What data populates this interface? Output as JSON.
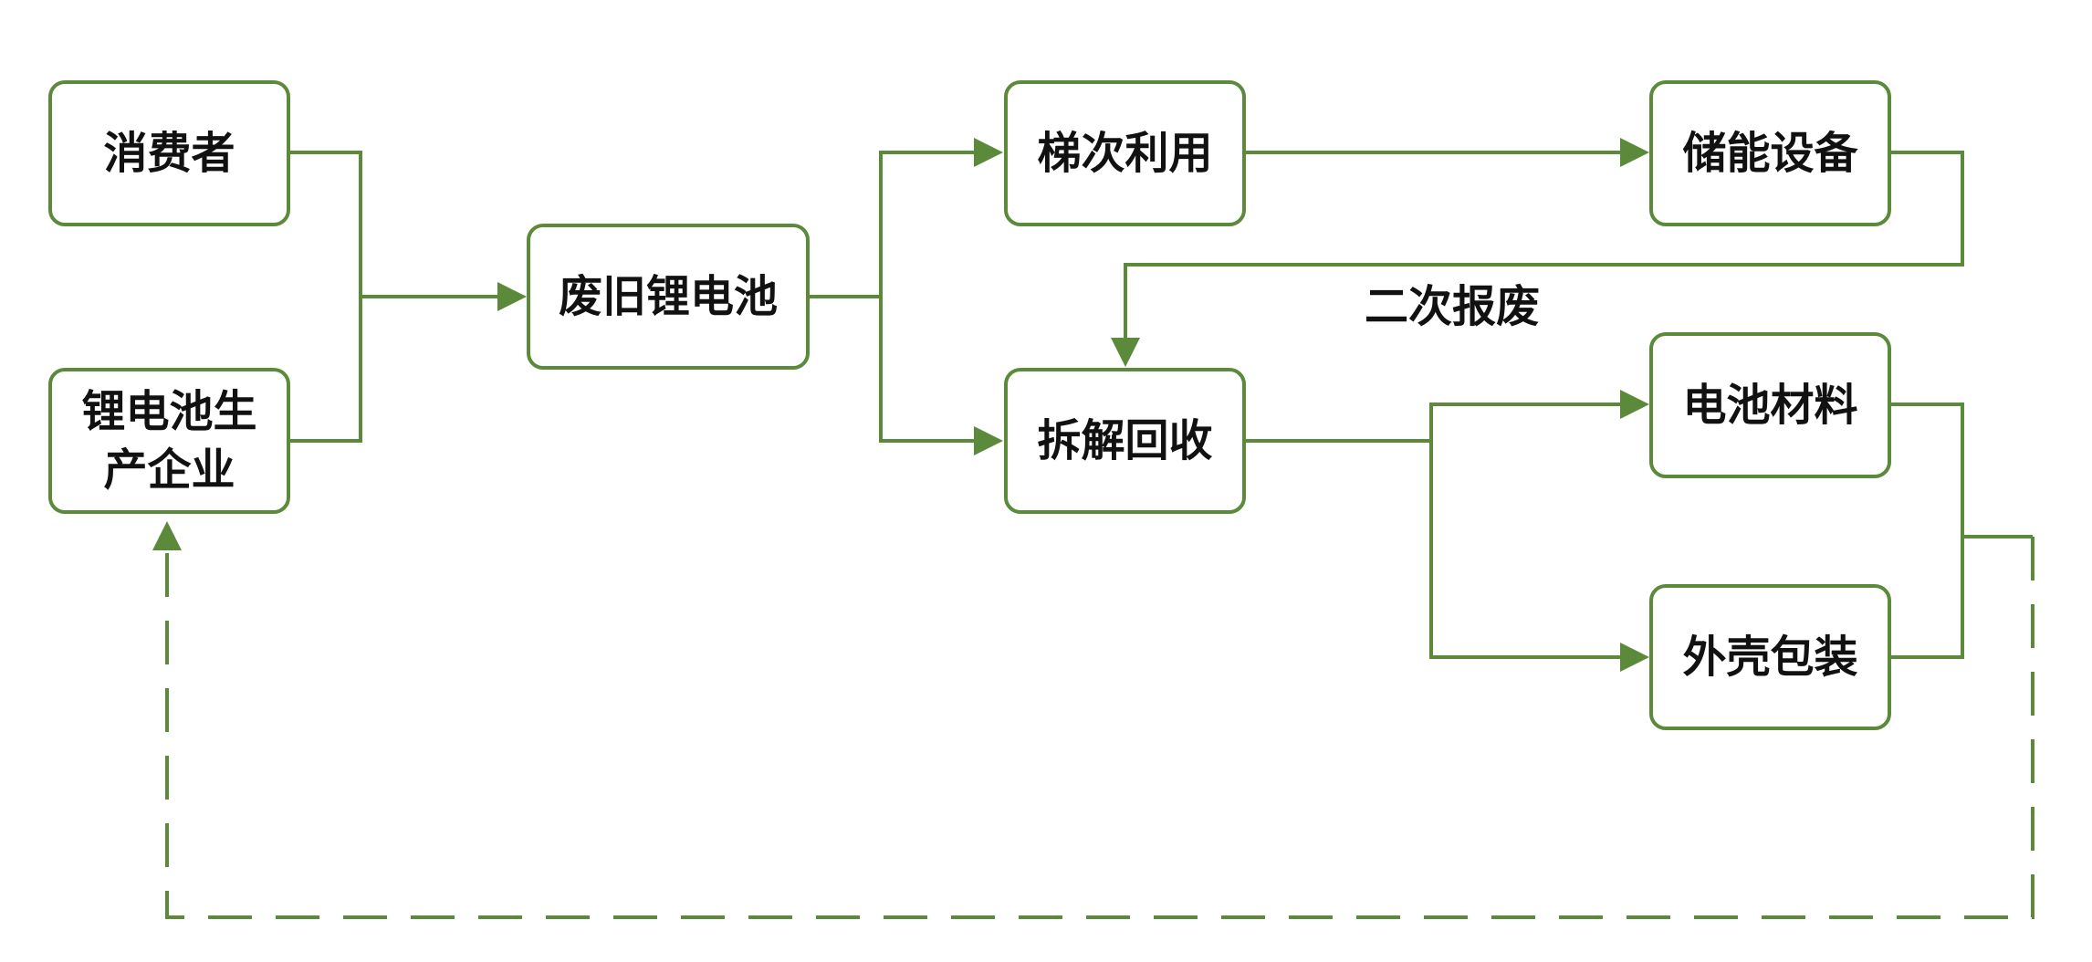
{
  "colors": {
    "stroke": "#5a8a3a",
    "text": "#111111",
    "background": "#ffffff"
  },
  "nodes": {
    "consumer": "消费者",
    "producer_line1": "锂电池生",
    "producer_line2": "产企业",
    "waste_battery": "废旧锂电池",
    "cascade_use": "梯次利用",
    "energy_storage": "储能设备",
    "dismantle": "拆解回收",
    "battery_material": "电池材料",
    "casing_packaging": "外壳包装"
  },
  "edge_labels": {
    "secondary_scrap": "二次报废"
  }
}
